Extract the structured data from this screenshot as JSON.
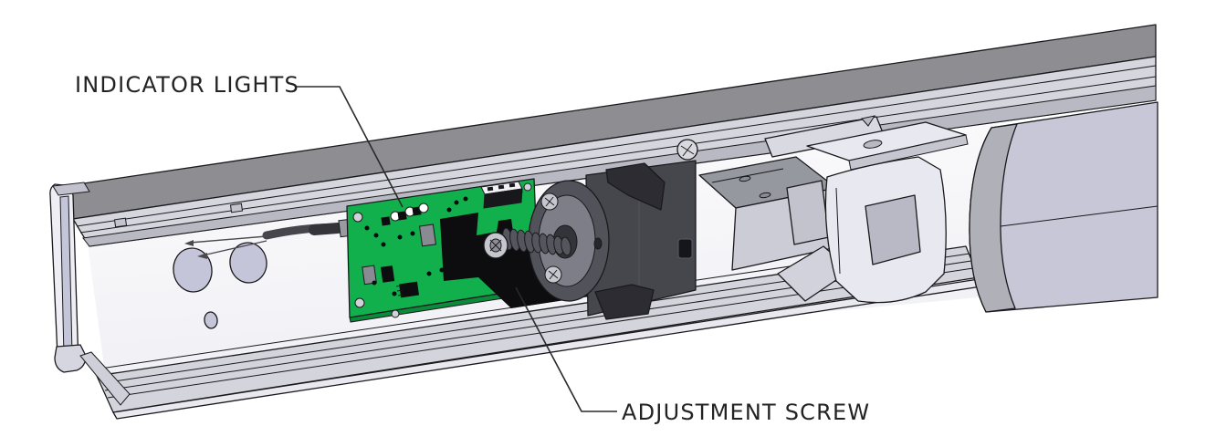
{
  "diagram": {
    "type": "cad-assembly-callout-figure",
    "callouts": [
      {
        "id": "indicator-lights",
        "label": "INDICATOR LIGHTS"
      },
      {
        "id": "adjustment-screw",
        "label": "ADJUSTMENT SCREW"
      }
    ],
    "parts": [
      "channel-rail-housing",
      "circuit-board",
      "indicator-led-lights",
      "wire-harness",
      "adjustment-screw-with-spring",
      "motor-block",
      "motor-face-plate",
      "carriage-block",
      "mounting-bracket",
      "end-housing-block",
      "back-wall-holes"
    ],
    "colors": {
      "background": "#ffffff",
      "line_dark": "#1a1a1d",
      "text_color": "#232323",
      "rail_roof_gray": "#8d8d92",
      "rail_strip_light": "#d6d6de",
      "rail_strip_mid": "#b9b9c3",
      "interior_white": "#fafafb",
      "hole_lavender": "#c5c5da",
      "sill_gray": "#d4d4dc",
      "pcb_green": "#12b04c",
      "pcb_edge_green": "#0a8a3a",
      "component_black": "#0d0d10",
      "motor_black": "#46464d",
      "motor_clip_black": "#2c2c32",
      "disc_gray": "#52525a",
      "disc_ring": "#7e7e88",
      "metal_light": "#ccccd6",
      "metal_mid": "#9698a0",
      "bracket_light": "#e8e8f0",
      "housing_front": "#c7c7d8",
      "housing_side": "#b0b0b9",
      "screw_silver": "#c6c6ce",
      "spring_gray": "#55555e",
      "wire_dark": "#46464c"
    }
  }
}
